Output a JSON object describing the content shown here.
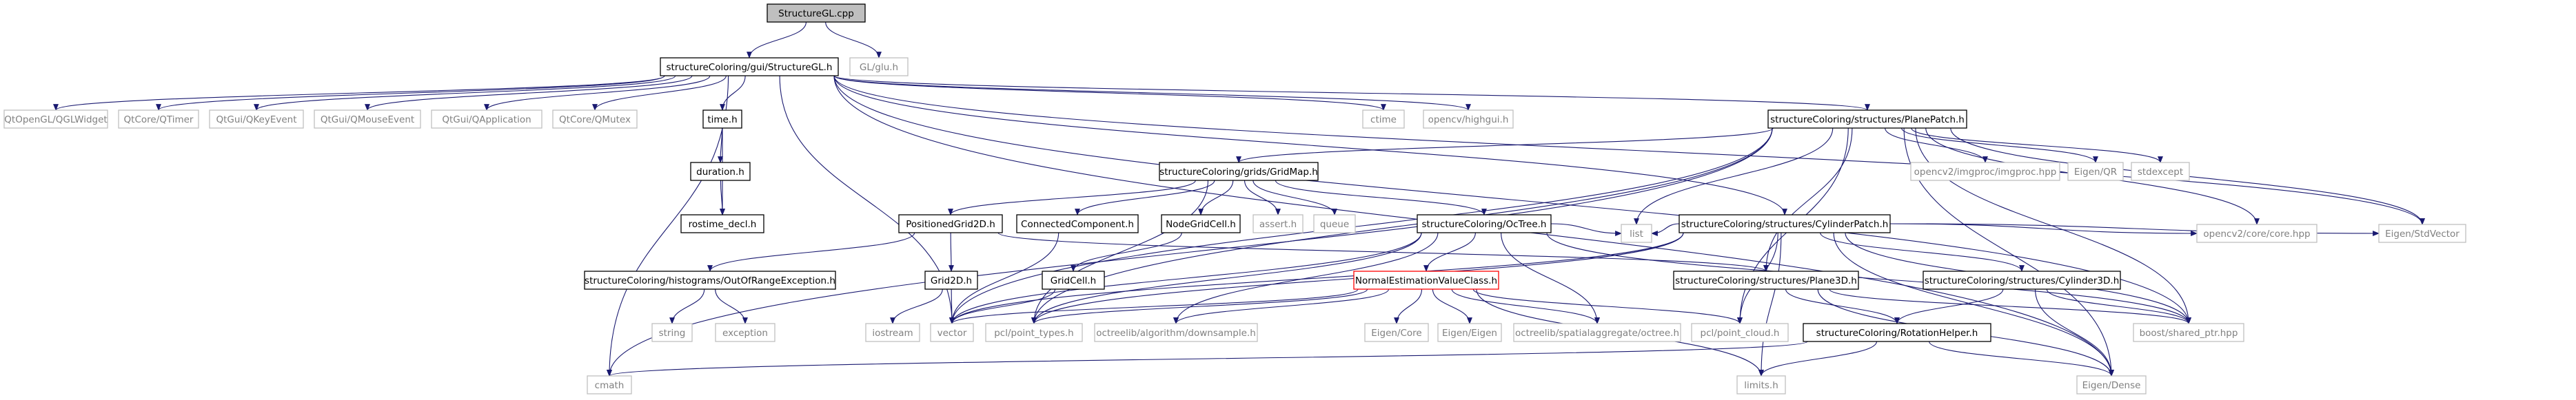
{
  "colors": {
    "edge": "#191970",
    "node_border": "#000000",
    "node_border_external": "#bfbfbf",
    "node_border_missing": "#ff0000",
    "node_fill": "#ffffff",
    "root_fill": "#bfbfbf",
    "label_text": "#000000",
    "label_text_external": "#808080"
  },
  "nodes": {
    "root": "StructureGL.cpp",
    "n_structuregl_h": "structureColoring/gui/StructureGL.h",
    "n_glu": "GL/glu.h",
    "n_qglwidget": "QtOpenGL/QGLWidget",
    "n_qtimer": "QtCore/QTimer",
    "n_qkeyevent": "QtGui/QKeyEvent",
    "n_qmouseevent": "QtGui/QMouseEvent",
    "n_qapplication": "QtGui/QApplication",
    "n_qmutex": "QtCore/QMutex",
    "n_time_h": "time.h",
    "n_duration_h": "duration.h",
    "n_rostime_decl_h": "rostime_decl.h",
    "n_ctime": "ctime",
    "n_highgui": "opencv/highgui.h",
    "n_planepatch": "structureColoring/structures/PlanePatch.h",
    "n_gridmap": "structureColoring/grids/GridMap.h",
    "n_positionedgrid2d": "PositionedGrid2D.h",
    "n_connectedcomponent": "ConnectedComponent.h",
    "n_nodegridcell": "NodeGridCell.h",
    "n_assert": "assert.h",
    "n_queue": "queue",
    "n_octree": "structureColoring/OcTree.h",
    "n_cylinderpatch": "structureColoring/structures/CylinderPatch.h",
    "n_imgproc": "opencv2/imgproc/imgproc.hpp",
    "n_eigen_qr": "Eigen/QR",
    "n_stdexcept": "stdexcept",
    "n_eigen_stdvector": "Eigen/StdVector",
    "n_opencv_core": "opencv2/core/core.hpp",
    "n_list": "list",
    "n_outofrange": "structureColoring/histograms/OutOfRangeException.h",
    "n_grid2d": "Grid2D.h",
    "n_gridcell": "GridCell.h",
    "n_normalestimation": "NormalEstimationValueClass.h",
    "n_plane3d": "structureColoring/structures/Plane3D.h",
    "n_cylinder3d": "structureColoring/structures/Cylinder3D.h",
    "n_string": "string",
    "n_exception": "exception",
    "n_iostream": "iostream",
    "n_vector": "vector",
    "n_pcl_types": "pcl/point_types.h",
    "n_downsample": "octreelib/algorithm/downsample.h",
    "n_eigen_core": "Eigen/Core",
    "n_eigen_eigen": "Eigen/Eigen",
    "n_spatialaggregate": "octreelib/spatialaggregate/octree.h",
    "n_pcl_cloud": "pcl/point_cloud.h",
    "n_shared_ptr": "boost/shared_ptr.hpp",
    "n_rotationhelper": "structureColoring/RotationHelper.h",
    "n_cmath": "cmath",
    "n_limits": "limits.h",
    "n_eigen_dense": "Eigen/Dense"
  }
}
